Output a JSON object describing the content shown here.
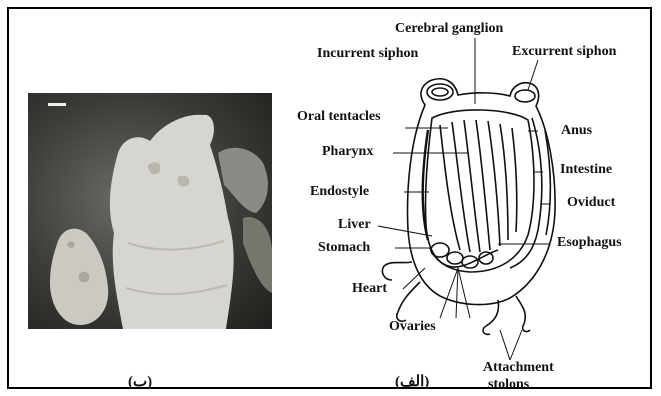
{
  "captions": {
    "photo": "(ب)",
    "diagram": "(الف)"
  },
  "labels": {
    "cerebral_ganglion": "Cerebral ganglion",
    "incurrent_siphon": "Incurrent siphon",
    "excurrent_siphon": "Excurrent siphon",
    "oral_tentacles": "Oral tentacles",
    "pharynx": "Pharynx",
    "endostyle": "Endostyle",
    "liver": "Liver",
    "stomach": "Stomach",
    "heart": "Heart",
    "ovaries": "Ovaries",
    "anus": "Anus",
    "intestine": "Intestine",
    "oviduct": "Oviduct",
    "esophagus": "Esophagus",
    "attachment_stolons_line1": "Attachment",
    "attachment_stolons_line2": "stolons"
  }
}
